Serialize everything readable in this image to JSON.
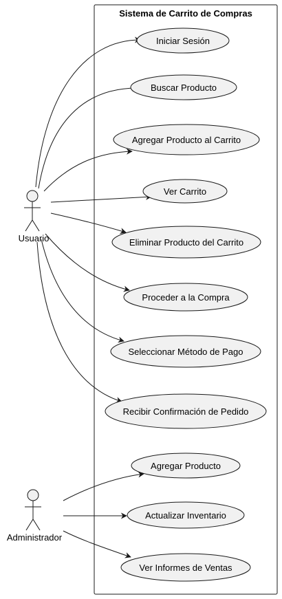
{
  "system": {
    "title": "Sistema de Carrito de Compras"
  },
  "actors": [
    {
      "key": "usuario",
      "label": "Usuario"
    },
    {
      "key": "administrador",
      "label": "Administrador"
    }
  ],
  "use_cases": [
    {
      "label": "Iniciar Sesión"
    },
    {
      "label": "Buscar Producto"
    },
    {
      "label": "Agregar Producto al Carrito"
    },
    {
      "label": "Ver Carrito"
    },
    {
      "label": "Eliminar Producto del Carrito"
    },
    {
      "label": "Proceder a la Compra"
    },
    {
      "label": "Seleccionar Método de Pago"
    },
    {
      "label": "Recibir Confirmación de Pedido"
    },
    {
      "label": "Agregar Producto"
    },
    {
      "label": "Actualizar Inventario"
    },
    {
      "label": "Ver Informes de Ventas"
    }
  ],
  "colors": {
    "usecase_fill": "#f1f1f1",
    "stroke": "#181818",
    "actor_fill": "#f1f1f1"
  }
}
